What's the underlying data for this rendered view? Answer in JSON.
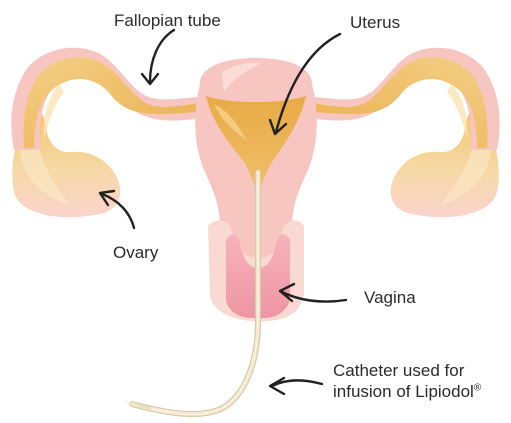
{
  "labels": {
    "fallopian_tube": "Fallopian tube",
    "uterus": "Uterus",
    "ovary": "Ovary",
    "vagina": "Vagina",
    "catheter_line1": "Catheter used for",
    "catheter_line2": "infusion of Lipiodol",
    "catheter_registered": "®"
  },
  "colors": {
    "tissue_pink": "#f8c6c1",
    "tissue_light_pink": "#fbd9d3",
    "tissue_orange": "#ecb456",
    "tissue_orange_light": "#f4cf85",
    "vagina_pink": "#f1a2ad",
    "catheter": "#f4ead4",
    "text": "#2b2b2b",
    "arrow": "#222222"
  }
}
